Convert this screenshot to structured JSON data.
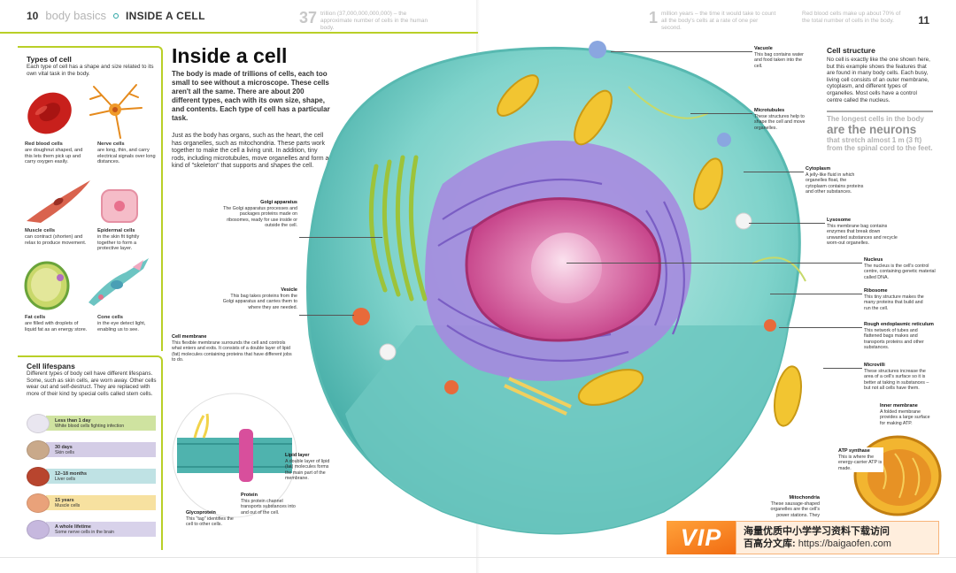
{
  "header": {
    "left_page_number": "10",
    "section": "body basics",
    "title": "INSIDE A CELL",
    "fact1_number": "37",
    "fact1_text": "trillion (37,000,000,000,000) – the approximate number of cells in the human body.",
    "fact2_number": "1",
    "fact2_text": "million years – the time it would take to count all the body's cells at a rate of one per second.",
    "fact3_text": "Red blood cells make up about 70% of the total number of cells in the body.",
    "right_page_number": "11"
  },
  "main": {
    "title": "Inside a cell",
    "intro": "The body is made of trillions of cells, each too small to see without a microscope. These cells aren't all the same. There are about 200 different types, each with its own size, shape, and contents. Each type of cell has a particular task.",
    "body": "Just as the body has organs, such as the heart, the cell has organelles, such as mitochondria. These parts work together to make the cell a living unit. In addition, tiny rods, including microtubules, move organelles and form a kind of \"skeleton\" that supports and shapes the cell."
  },
  "types_of_cell": {
    "title": "Types of cell",
    "text": "Each type of cell has a shape and size related to its own vital task in the body.",
    "cells": [
      {
        "name": "Red blood cells",
        "desc": "are doughnut shaped, and this lets them pick up and carry oxygen easily."
      },
      {
        "name": "Nerve cells",
        "desc": "are long, thin, and carry electrical signals over long distances."
      },
      {
        "name": "Muscle cells",
        "desc": "can contract (shorten) and relax to produce movement."
      },
      {
        "name": "Epidermal cells",
        "desc": "in the skin fit tightly together to form a protective layer."
      },
      {
        "name": "Fat cells",
        "desc": "are filled with droplets of liquid fat as an energy store."
      },
      {
        "name": "Cone cells",
        "desc": "in the eye detect light, enabling us to see."
      }
    ]
  },
  "lifespans": {
    "title": "Cell lifespans",
    "text": "Different types of body cell have different lifespans. Some, such as skin cells, are worn away. Other cells wear out and self-destruct. They are replaced with more of their kind by special cells called stem cells.",
    "rows": [
      {
        "time": "Less than 1 day",
        "cell": "White blood cells fighting infection",
        "color": "#cfe3a0",
        "icon_color": "#e9e6f0"
      },
      {
        "time": "30 days",
        "cell": "Skin cells",
        "color": "#d4cde6",
        "icon_color": "#c9a98a"
      },
      {
        "time": "12–18 months",
        "cell": "Liver cells",
        "color": "#bfe2e4",
        "icon_color": "#b8452e"
      },
      {
        "time": "15 years",
        "cell": "Muscle cells",
        "color": "#f7e1a0",
        "icon_color": "#e9a27a"
      },
      {
        "time": "A whole lifetime",
        "cell": "Some nerve cells in the brain",
        "color": "#d8d2ea",
        "icon_color": "#c6b8de"
      }
    ]
  },
  "annotations": {
    "golgi": {
      "title": "Golgi apparatus",
      "text": "The Golgi apparatus processes and packages proteins made on ribosomes, ready for use inside or outside the cell."
    },
    "vesicle": {
      "title": "Vesicle",
      "text": "This bag takes proteins from the Golgi apparatus and carries them to where they are needed."
    },
    "cell_membrane": {
      "title": "Cell membrane",
      "text": "This flexible membrane surrounds the cell and controls what enters and exits. It consists of a double layer of lipid (fat) molecules containing proteins that have different jobs to do."
    },
    "lipid_layer": {
      "title": "Lipid layer",
      "text": "A double layer of lipid (fat) molecules forms the main part of the membrane."
    },
    "protein": {
      "title": "Protein",
      "text": "This protein channel transports substances into and out of the cell."
    },
    "glycoprotein": {
      "title": "Glycoprotein",
      "text": "This \"tag\" identifies the cell to other cells."
    },
    "vacuole": {
      "title": "Vacuole",
      "text": "This bag contains water and food taken into the cell."
    },
    "microtubules": {
      "title": "Microtubules",
      "text": "These structures help to shape the cell and move organelles."
    },
    "cytoplasm": {
      "title": "Cytoplasm",
      "text": "A jelly-like fluid in which organelles float, the cytoplasm contains proteins and other substances."
    },
    "lysosome": {
      "title": "Lysosome",
      "text": "This membrane bag contains enzymes that break down unwanted substances and recycle worn-out organelles."
    },
    "nucleus": {
      "title": "Nucleus",
      "text": "The nucleus is the cell's control centre, containing genetic material called DNA."
    },
    "ribosome": {
      "title": "Ribosome",
      "text": "This tiny structure makes the many proteins that build and run the cell."
    },
    "rough_er": {
      "title": "Rough endoplasmic reticulum",
      "text": "This network of tubes and flattened bags makes and transports proteins and other substances."
    },
    "microvilli": {
      "title": "Microvilli",
      "text": "These structures increase the area of a cell's surface so it is better at taking in substances – but not all cells have them."
    },
    "inner_membrane": {
      "title": "Inner membrane",
      "text": "A folded membrane provides a large surface for making ATP."
    },
    "atp_synthase": {
      "title": "ATP synthase",
      "text": "This is where the energy-carrier ATP is made."
    },
    "mitochondria": {
      "title": "Mitochondria",
      "text": "These sausage-shaped organelles are the cell's power stations. They"
    }
  },
  "cell_structure": {
    "title": "Cell structure",
    "text": "No cell is exactly like the one shown here, but this example shows the features that are found in many body cells. Each busy, living cell consists of an outer membrane, cytoplasm, and different types of organelles. Most cells have a control centre called the nucleus.",
    "fact_line1": "The longest cells in the body",
    "fact_big": "are the neurons",
    "fact_line3": "that stretch almost 1 m (3 ft) from the spinal cord to the feet."
  },
  "watermark": {
    "logo": "VIP",
    "line1": "海量优质中小学学习资料下载访问",
    "line2_label": "百高分文库: ",
    "line2_url": "https://baigaofen.com"
  },
  "colors": {
    "accent_green": "#b9cf27",
    "cell_teal": "#5fc6bf",
    "nucleus_pink": "#d64f9a",
    "er_purple": "#9b7ed6",
    "mito_yellow": "#f2c531"
  }
}
